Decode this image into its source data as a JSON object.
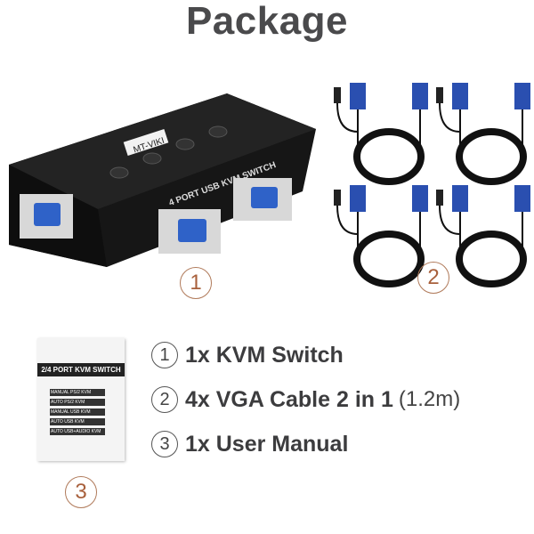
{
  "title": "Package",
  "images": {
    "kvm_switch": {
      "brand_label": "MT-VIKI",
      "top_text": "4 PORT USB KVM SWITCH",
      "badge": "1"
    },
    "vga_cables": {
      "count": 4,
      "badge": "2"
    },
    "user_manual": {
      "title": "2/4 PORT KVM SWITCH",
      "lines": [
        "MANUAL PS/2 KVM",
        "AUTO PS/2 KVM",
        "MANUAL USB KVM",
        "AUTO USB KVM",
        "AUTO USB+AUDIO KVM"
      ],
      "badge": "3"
    }
  },
  "items": [
    {
      "num": "1",
      "text": "1x KVM Switch",
      "sub": ""
    },
    {
      "num": "2",
      "text": "4x VGA Cable 2 in 1",
      "sub": "(1.2m)"
    },
    {
      "num": "3",
      "text": "1x User Manual",
      "sub": ""
    }
  ],
  "colors": {
    "title": "#4a4a4c",
    "badge": "#a8603c",
    "vga_blue": "#2f62c8",
    "device": "#141414"
  }
}
